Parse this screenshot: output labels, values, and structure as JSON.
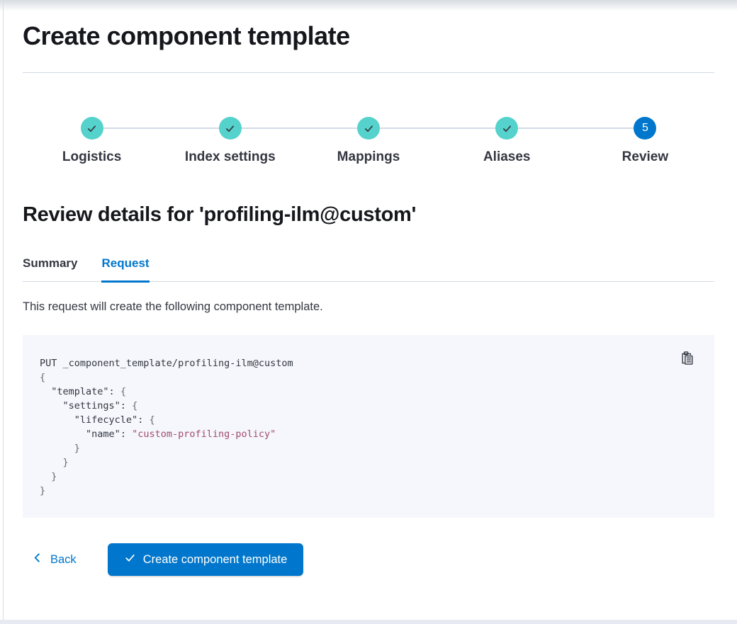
{
  "page": {
    "title": "Create component template"
  },
  "steps": {
    "items": [
      {
        "label": "Logistics",
        "status": "complete",
        "icon": "check-icon"
      },
      {
        "label": "Index settings",
        "status": "complete",
        "icon": "check-icon"
      },
      {
        "label": "Mappings",
        "status": "complete",
        "icon": "check-icon"
      },
      {
        "label": "Aliases",
        "status": "complete",
        "icon": "check-icon"
      },
      {
        "label": "Review",
        "status": "current",
        "number": "5"
      }
    ]
  },
  "review": {
    "heading": "Review details for 'profiling-ilm@custom'",
    "tabs": [
      {
        "label": "Summary",
        "selected": false
      },
      {
        "label": "Request",
        "selected": true
      }
    ],
    "description": "This request will create the following component template."
  },
  "code_block": {
    "copy_icon": "copy-clipboard-icon",
    "lines": [
      [
        {
          "t": "PUT _component_template/profiling-ilm@custom",
          "c": "plain"
        }
      ],
      [
        {
          "t": "{",
          "c": "punct"
        }
      ],
      [
        {
          "t": "  ",
          "c": "plain"
        },
        {
          "t": "\"template\"",
          "c": "key"
        },
        {
          "t": ": ",
          "c": "plain"
        },
        {
          "t": "{",
          "c": "punct"
        }
      ],
      [
        {
          "t": "    ",
          "c": "plain"
        },
        {
          "t": "\"settings\"",
          "c": "key"
        },
        {
          "t": ": ",
          "c": "plain"
        },
        {
          "t": "{",
          "c": "punct"
        }
      ],
      [
        {
          "t": "      ",
          "c": "plain"
        },
        {
          "t": "\"lifecycle\"",
          "c": "key"
        },
        {
          "t": ": ",
          "c": "plain"
        },
        {
          "t": "{",
          "c": "punct"
        }
      ],
      [
        {
          "t": "        ",
          "c": "plain"
        },
        {
          "t": "\"name\"",
          "c": "key"
        },
        {
          "t": ": ",
          "c": "plain"
        },
        {
          "t": "\"custom-profiling-policy\"",
          "c": "string"
        }
      ],
      [
        {
          "t": "      }",
          "c": "punct"
        }
      ],
      [
        {
          "t": "    }",
          "c": "punct"
        }
      ],
      [
        {
          "t": "  }",
          "c": "punct"
        }
      ],
      [
        {
          "t": "}",
          "c": "punct"
        }
      ]
    ]
  },
  "footer": {
    "back_label": "Back",
    "submit_label": "Create component template"
  },
  "colors": {
    "accent_blue": "#0077CC",
    "step_complete_teal": "#54D2CB",
    "code_string_pink": "#A34A6E",
    "code_background": "#F5F7FC",
    "divider_gray": "#D3DAE6",
    "text_dark": "#343741"
  }
}
